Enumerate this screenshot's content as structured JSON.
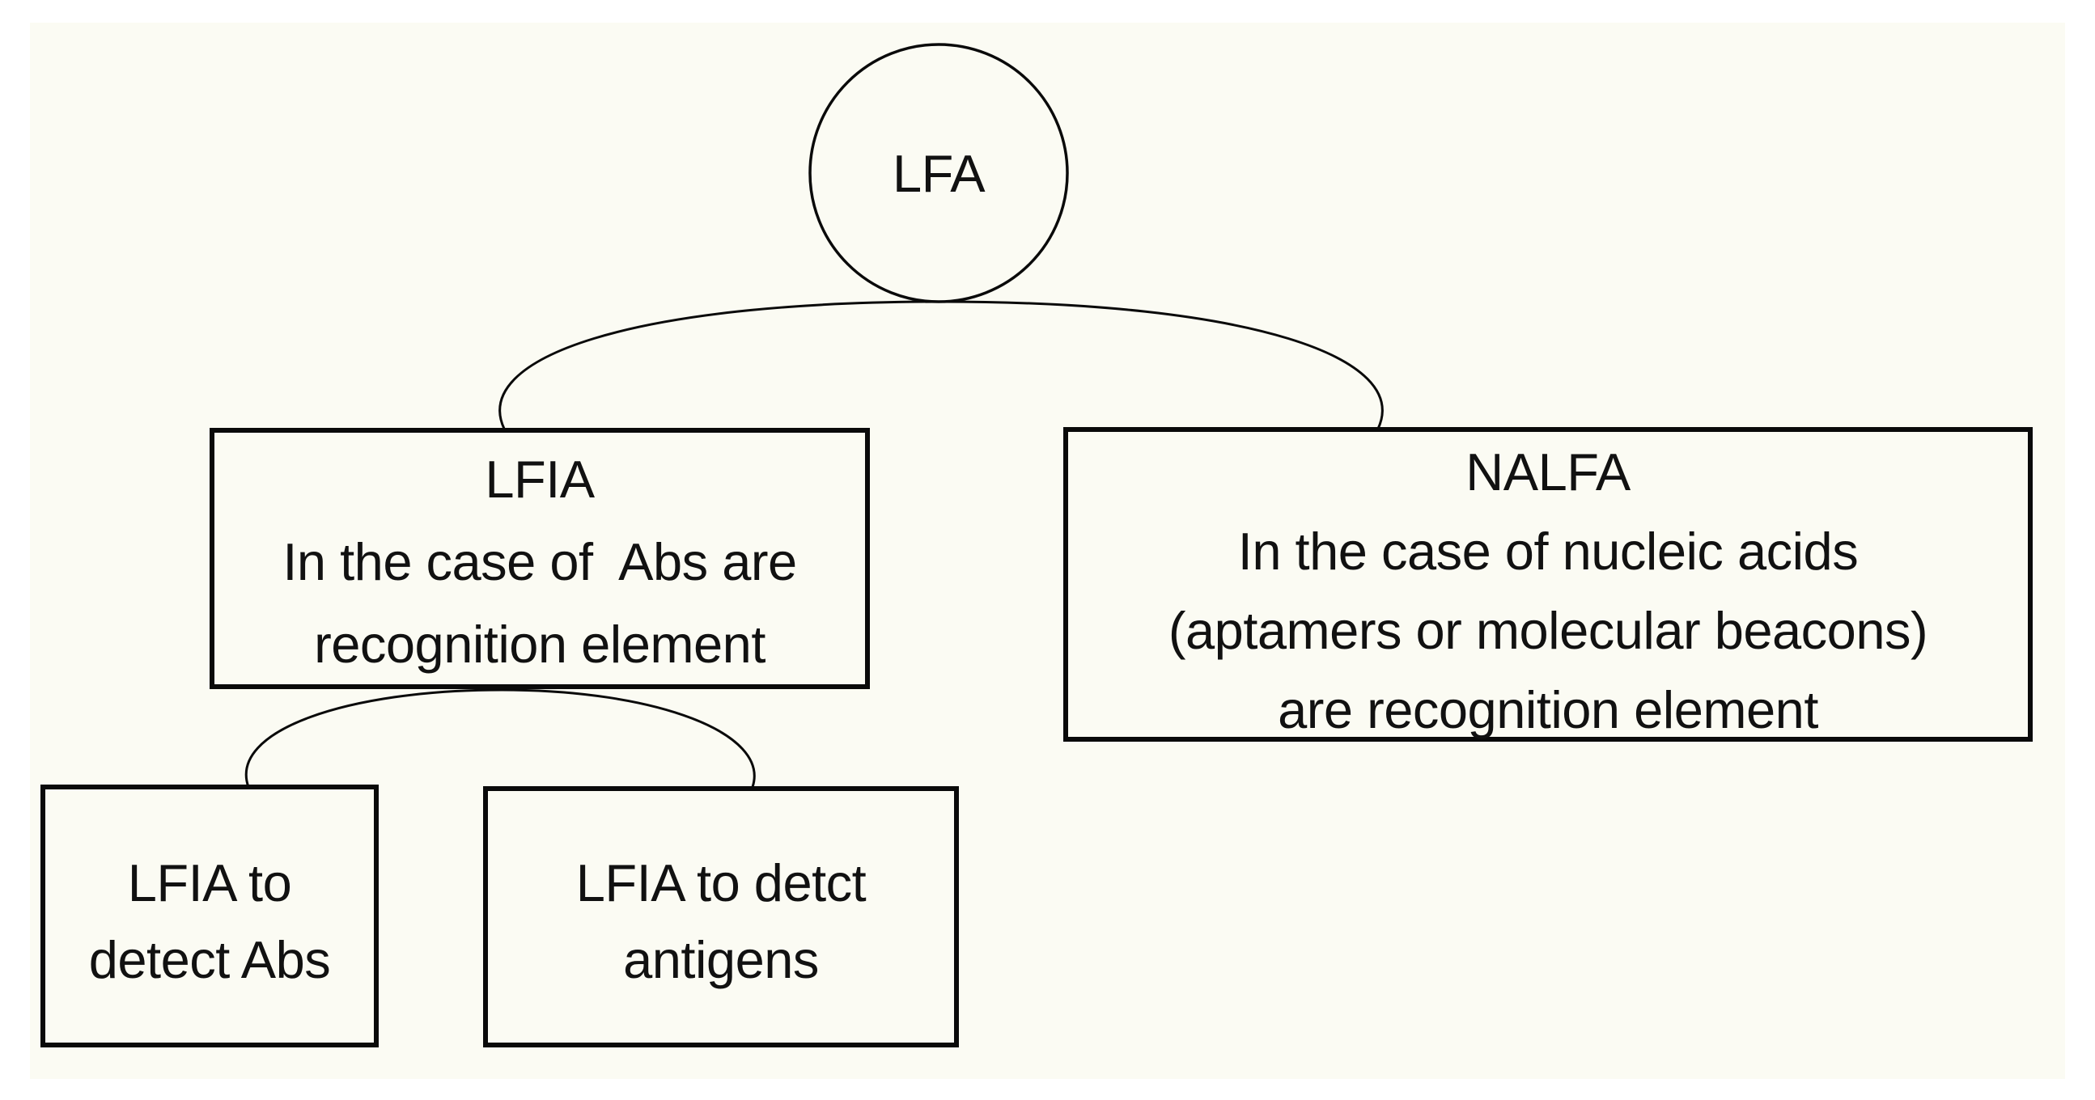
{
  "colors": {
    "page_background": "#FFFFFF",
    "figure_background": "#FBFBF3",
    "line_color": "#0A0A0A",
    "text_color": "#111111"
  },
  "nodes": {
    "lfa": {
      "label": "LFA"
    },
    "lfia": {
      "lines": [
        "LFIA",
        "In the case of  Abs are",
        "recognition element"
      ]
    },
    "nalfa": {
      "lines": [
        "NALFA",
        "In the case of nucleic acids",
        "(aptamers or molecular beacons)",
        "are recognition element"
      ]
    },
    "lfia_detect_abs": {
      "lines": [
        "LFIA to",
        "detect Abs"
      ]
    },
    "lfia_detect_antigens": {
      "lines": [
        "LFIA to detct",
        "antigens"
      ]
    }
  }
}
